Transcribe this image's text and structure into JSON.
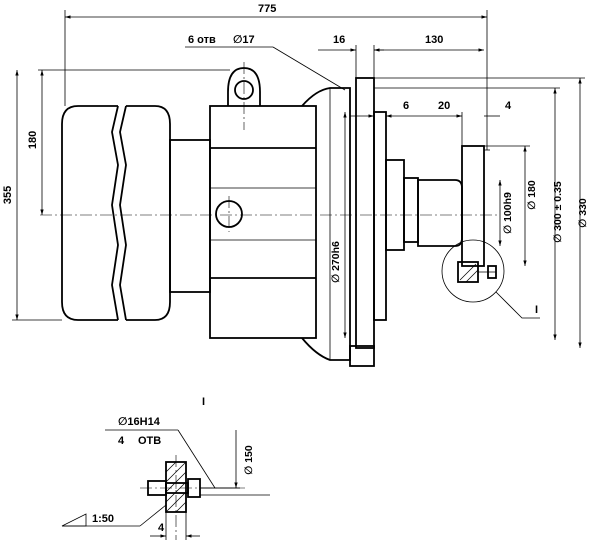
{
  "dimensions": {
    "overall_length": "775",
    "holes_top": "6 отв",
    "hole_diameter": "∅17",
    "flange_16": "16",
    "shaft_130": "130",
    "step_6": "6",
    "step_20": "20",
    "step_4": "4",
    "height_180": "180",
    "height_355": "355",
    "d_270": "∅ 270h6",
    "d_100": "∅ 100h9",
    "d_180": "∅ 180",
    "d_300": "∅ 300 ± 0.35",
    "d_330": "∅ 330"
  },
  "callout_main": "I",
  "detail": {
    "title": "I",
    "hole": "∅16H14",
    "count": "4",
    "count_unit": "ОТВ",
    "d_150": "∅ 150",
    "taper": "1:50",
    "width_4": "4"
  }
}
